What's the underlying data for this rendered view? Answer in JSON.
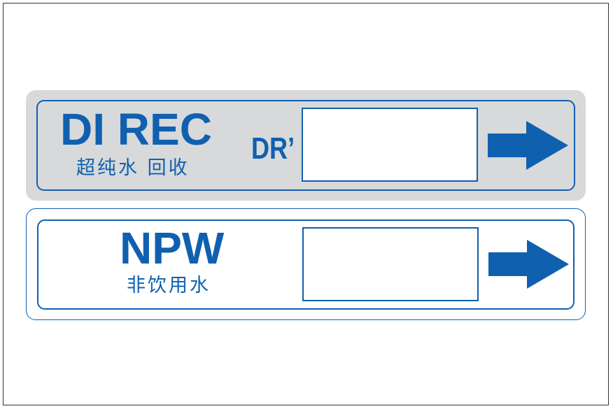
{
  "colors": {
    "brand_blue": "#1060b0",
    "plate_grey": "#d8d9da",
    "frame": "#333333"
  },
  "labels": [
    {
      "code": "DI REC",
      "chinese": "超纯水 回收",
      "note": "DR’",
      "arrow_icon": "right-arrow-icon"
    },
    {
      "code": "NPW",
      "chinese": "非饮用水",
      "arrow_icon": "right-arrow-icon"
    }
  ]
}
